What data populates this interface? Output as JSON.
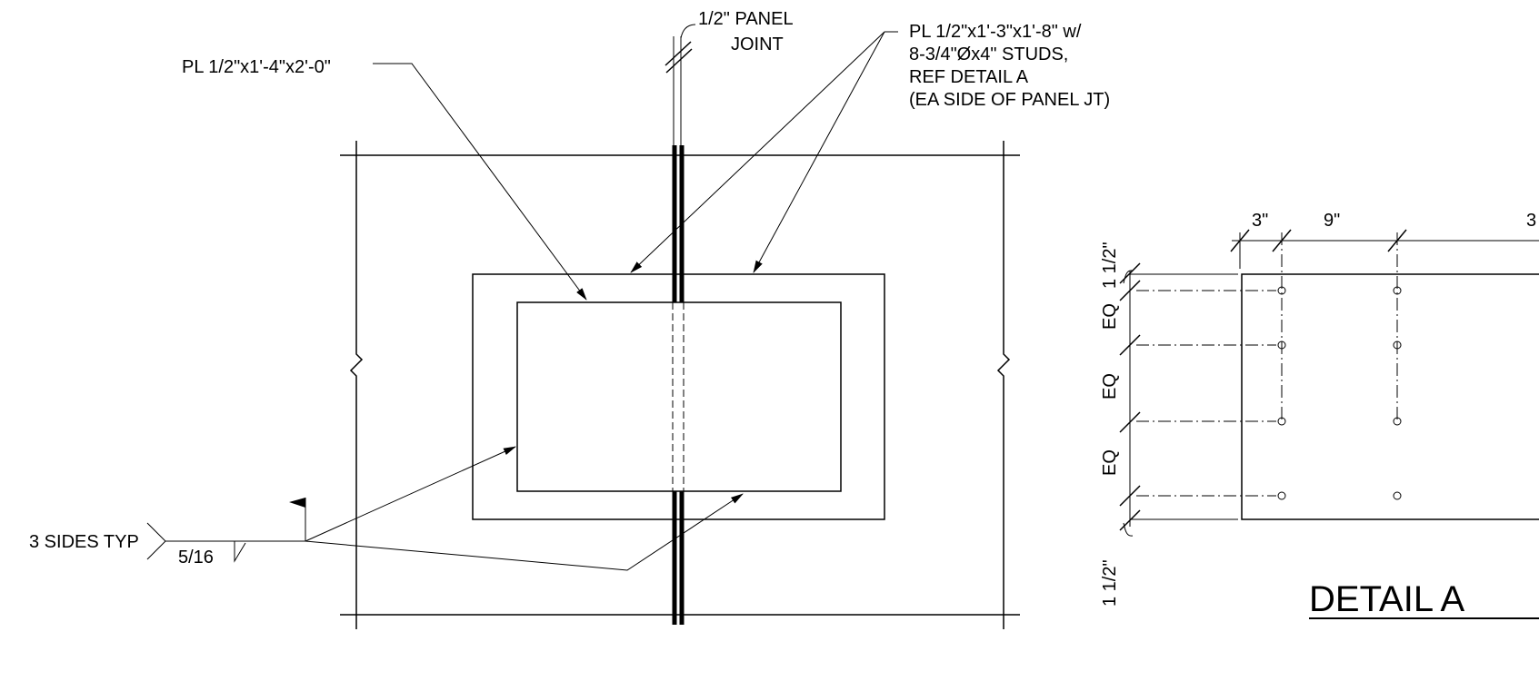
{
  "labels": {
    "panel_joint_line1": "1/2\" PANEL",
    "panel_joint_line2": "JOINT",
    "plate_a": "PL 1/2\"x1'-4\"x2'-0\"",
    "plate_b_line1": "PL 1/2\"x1'-3\"x1'-8\" w/",
    "plate_b_line2": "8-3/4\"Øx4\" STUDS,",
    "plate_b_line3": "REF DETAIL A",
    "plate_b_line4": "(EA SIDE OF PANEL JT)",
    "weld_note": "3 SIDES TYP",
    "weld_size": "5/16"
  },
  "detail": {
    "dim_3_left": "3\"",
    "dim_9": "9\"",
    "dim_3_right": "3",
    "dim_top": "1 1/2\"",
    "dim_bottom": "1 1/2\"",
    "eq_1": "EQ",
    "eq_2": "EQ",
    "eq_3": "EQ",
    "title": "DETAIL A"
  }
}
